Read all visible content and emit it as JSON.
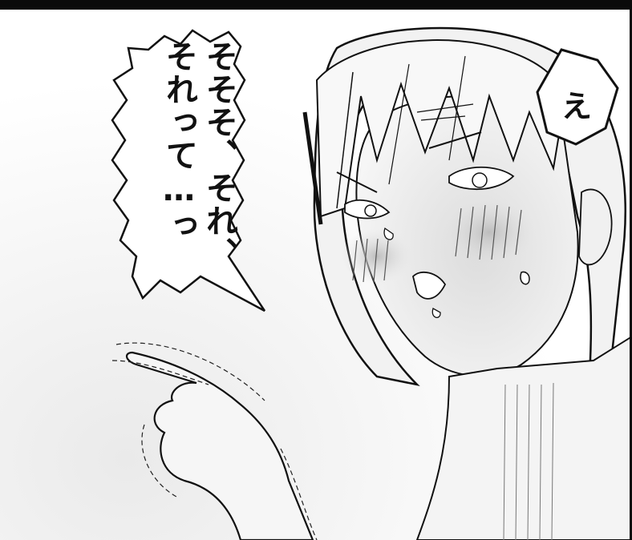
{
  "speech_bubble": {
    "lines": [
      "そそそ、それ、",
      "それって…っ"
    ]
  },
  "sfx_bubble": {
    "text": "え"
  },
  "colors": {
    "ink": "#111111",
    "paper": "#ffffff",
    "skin_shade": "#e6e6e6",
    "blush": "#c8c8c8",
    "frame": "#0a0a0a"
  },
  "scene": {
    "character": "girl-with-bob-hair",
    "gesture": "pointing-hand",
    "expression": "flustered-blushing-sweat"
  }
}
